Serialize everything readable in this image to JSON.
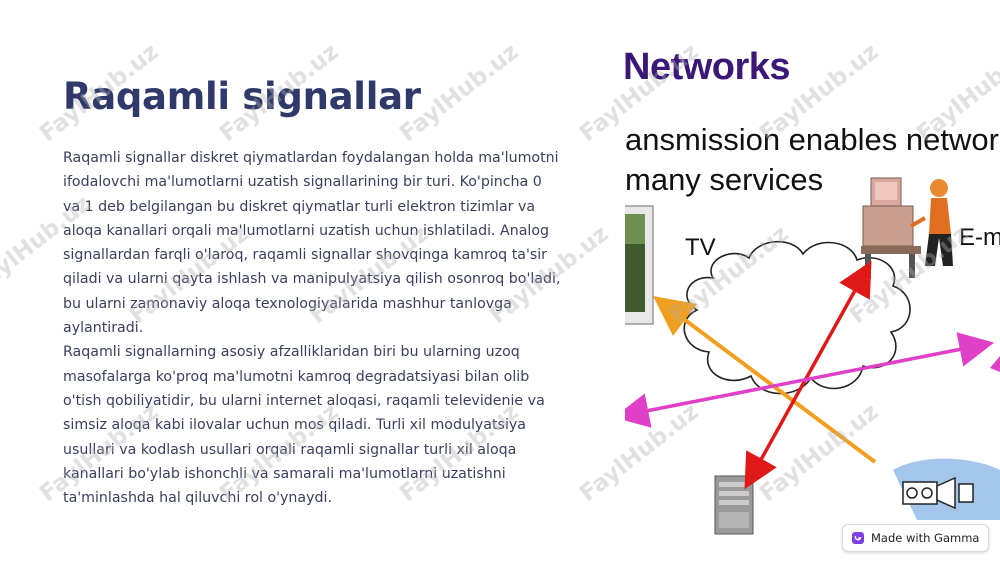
{
  "slide": {
    "title": "Raqamli signallar",
    "paragraphs": [
      "Raqamli signallar diskret qiymatlardan foydalangan holda ma'lumotni ifodalovchi ma'lumotlarni uzatish signallarining bir turi. Ko'pincha 0 va 1 deb belgilangan bu diskret qiymatlar turli elektron tizimlar va aloqa kanallari orqali ma'lumotlarni uzatish uchun ishlatiladi. Analog signallardan farqli o'laroq, raqamli signallar shovqinga kamroq ta'sir qiladi va ularni qayta ishlash va manipulyatsiya qilish osonroq bo'ladi, bu ularni zamonaviy aloqa texnologiyalarida mashhur tanlovga aylantiradi.",
      "Raqamli signallarning asosiy afzalliklaridan biri bu ularning uzoq masofalarga ko'proq ma'lumotni kamroq degradatsiyasi bilan olib o'tish qobiliyatidir, bu ularni internet aloqasi, raqamli televidenie va simsiz aloqa kabi ilovalar uchun mos qiladi. Turli xil modulyatsiya usullari va kodlash usullari orqali raqamli signallar turli xil aloqa kanallari bo'ylab ishonchli va samarali ma'lumotlarni uzatishni ta'minlashda hal qiluvchi rol o'ynaydi."
    ]
  },
  "figure": {
    "heading": "Networks",
    "line1": "ansmission enables networ",
    "line2": "many services",
    "label_tv": "TV",
    "label_email": "E-m"
  },
  "watermark": {
    "text": "FaylHub.uz"
  },
  "badge": {
    "label": "Made with Gamma"
  },
  "colors": {
    "title": "#2f3a6b",
    "body": "#3a3f5c",
    "figure_heading": "#3b1778",
    "arrow_orange": "#f0a020",
    "arrow_red": "#e01818",
    "arrow_magenta": "#e040c8"
  }
}
